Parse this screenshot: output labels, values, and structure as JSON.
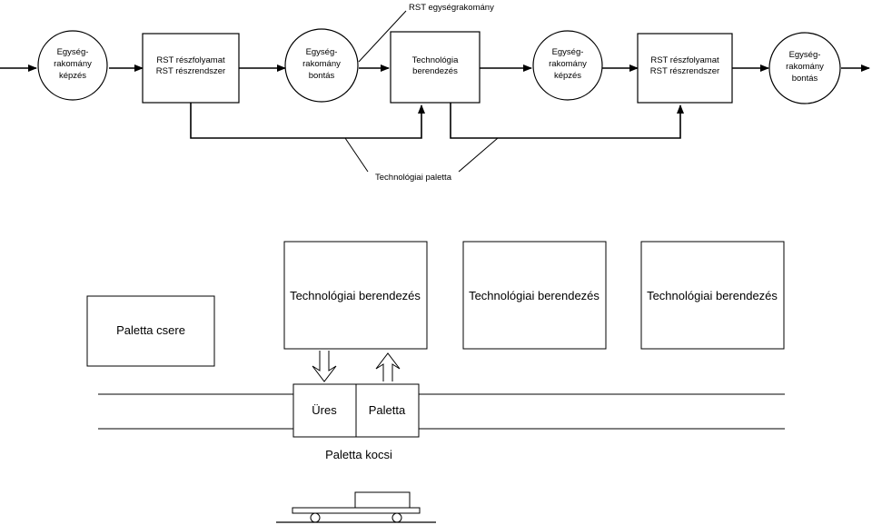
{
  "flow": {
    "nodes": [
      {
        "id": "n1",
        "shape": "circle",
        "lines": [
          "Egység-",
          "rakomány",
          "képzés"
        ]
      },
      {
        "id": "n2",
        "shape": "rect",
        "lines": [
          "RST részfolyamat",
          "RST részrendszer"
        ]
      },
      {
        "id": "n3",
        "shape": "circle",
        "lines": [
          "Egység-",
          "rakomány",
          "bontás"
        ]
      },
      {
        "id": "n4",
        "shape": "rect",
        "lines": [
          "Technológia",
          "berendezés"
        ]
      },
      {
        "id": "n5",
        "shape": "circle",
        "lines": [
          "Egység-",
          "rakomány",
          "képzés"
        ]
      },
      {
        "id": "n6",
        "shape": "rect",
        "lines": [
          "RST részfolyamat",
          "RST részrendszer"
        ]
      },
      {
        "id": "n7",
        "shape": "circle",
        "lines": [
          "Egység-",
          "rakomány",
          "bontás"
        ]
      }
    ],
    "callout_top": "RST egységrakomány",
    "callout_bottom": "Technológiai paletta"
  },
  "layout_view": {
    "equipment": [
      "Technológiai berendezés",
      "Technológiai berendezés",
      "Technológiai berendezés"
    ],
    "pallet_change": "Paletta csere",
    "cart_left": "Üres",
    "cart_right": "Paletta",
    "cart_caption": "Paletta kocsi"
  }
}
